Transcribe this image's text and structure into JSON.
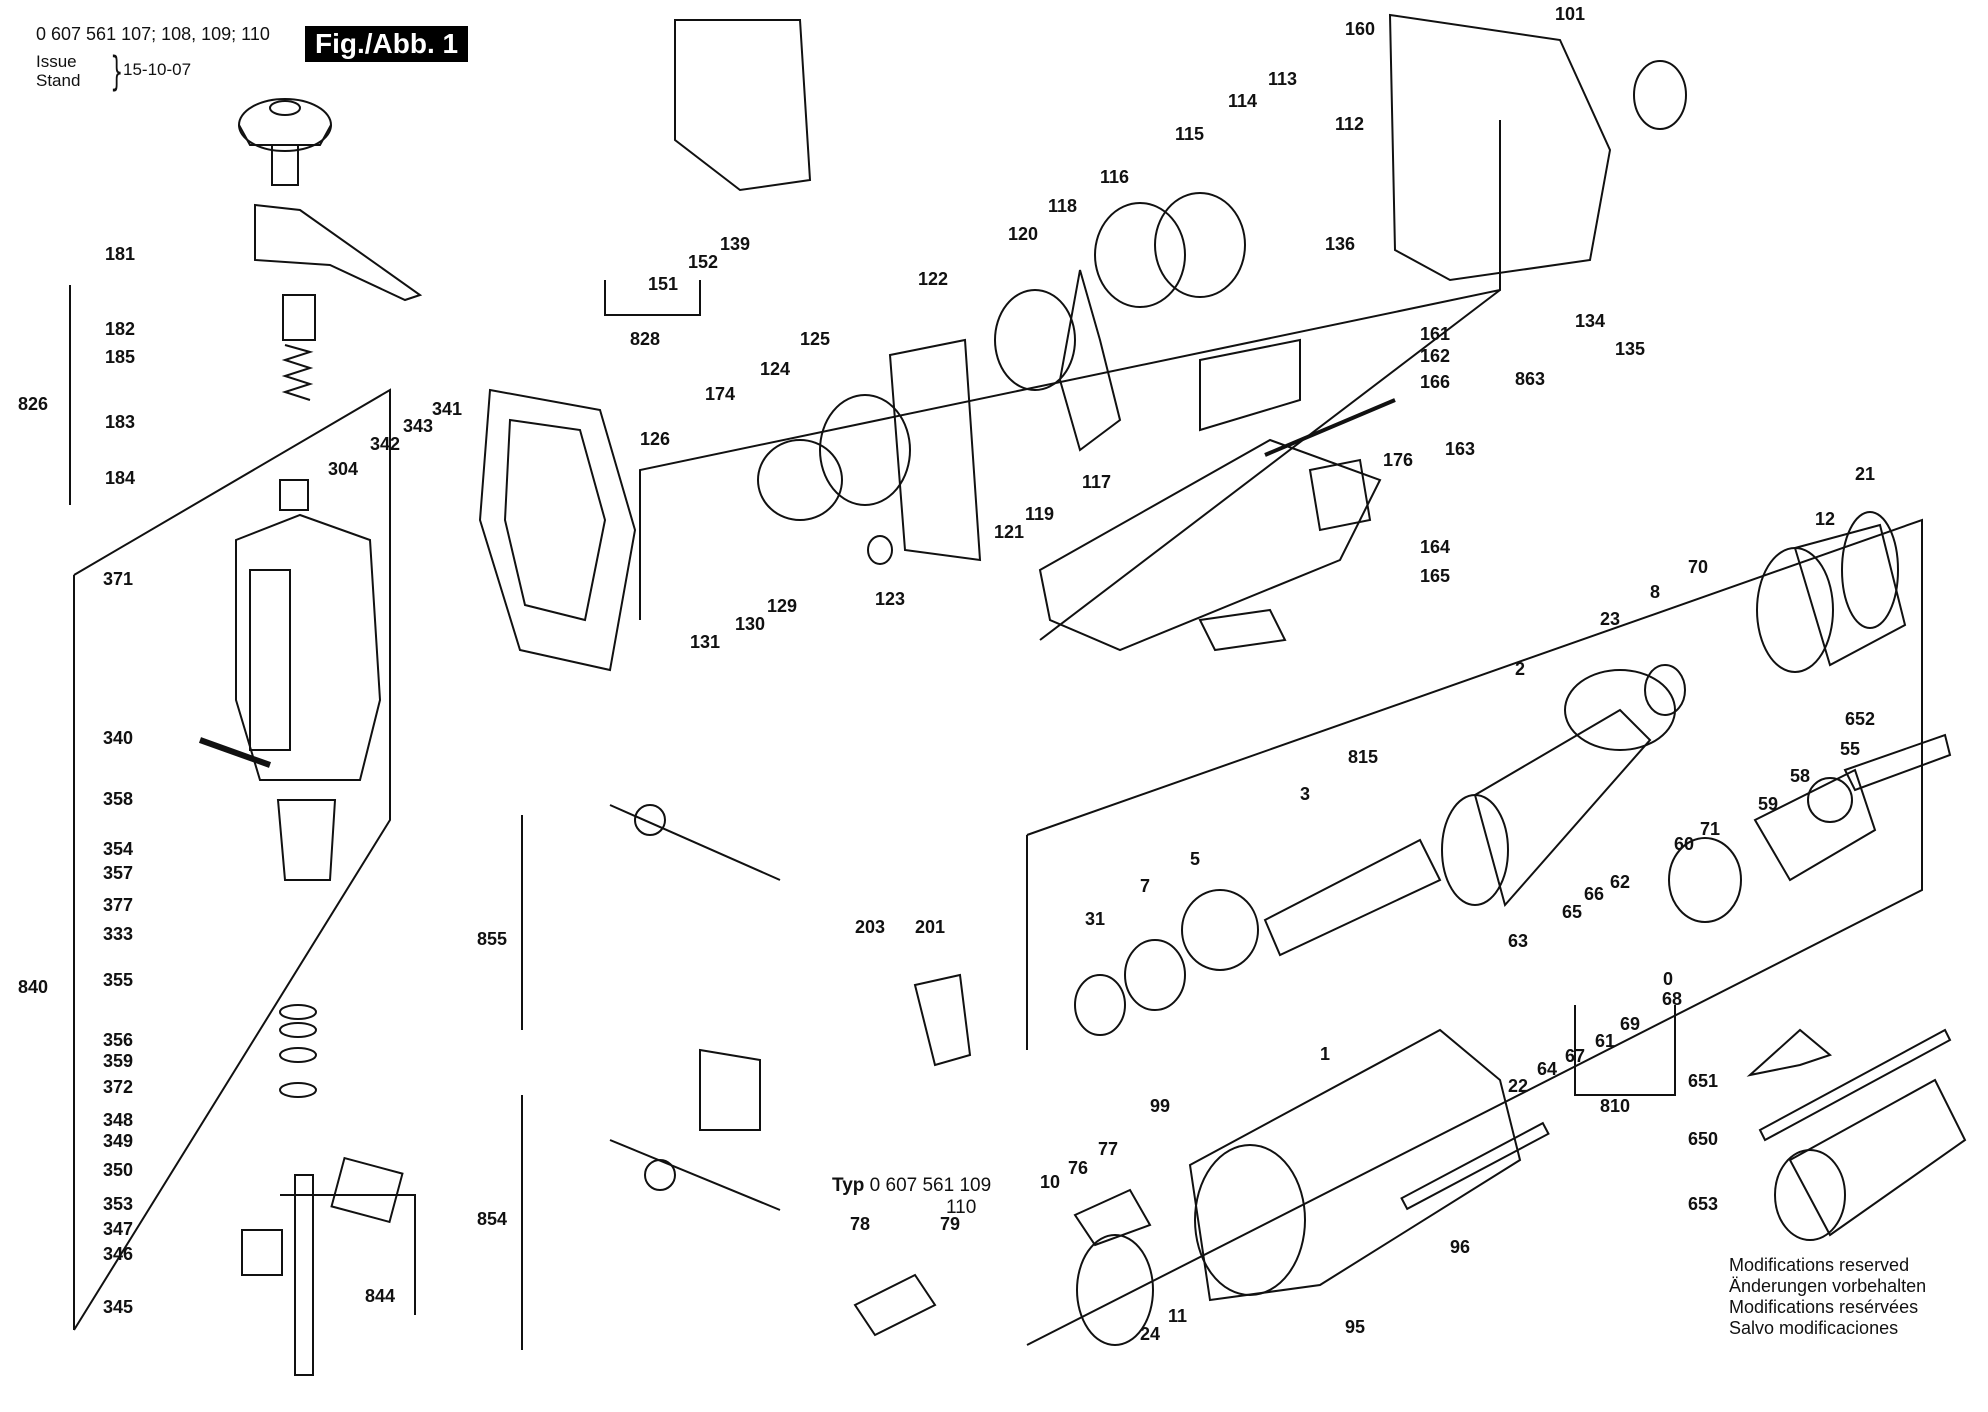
{
  "header": {
    "part_numbers": "0 607 561 107; 108, 109; 110",
    "figure_label": "Fig./Abb. 1",
    "issue_label_1": "Issue",
    "issue_label_2": "Stand",
    "issue_date": "15-10-07"
  },
  "type_note": {
    "prefix": "Typ",
    "number": "0 607 561 109",
    "number_2": "110"
  },
  "modifications": [
    "Modifications reserved",
    "Änderungen vorbehalten",
    "Modifications resérvées",
    "Salvo modificaciones"
  ],
  "colors": {
    "ink": "#111111",
    "background": "#ffffff",
    "header_bg": "#000000"
  },
  "labels": [
    "0",
    "1",
    "2",
    "3",
    "5",
    "7",
    "8",
    "10",
    "11",
    "12",
    "21",
    "22",
    "23",
    "24",
    "31",
    "55",
    "58",
    "59",
    "60",
    "61",
    "62",
    "63",
    "64",
    "65",
    "66",
    "67",
    "68",
    "69",
    "70",
    "71",
    "76",
    "77",
    "78",
    "79",
    "95",
    "96",
    "99",
    "101",
    "112",
    "113",
    "114",
    "115",
    "116",
    "117",
    "118",
    "119",
    "120",
    "121",
    "122",
    "123",
    "124",
    "125",
    "126",
    "129",
    "130",
    "131",
    "134",
    "135",
    "136",
    "139",
    "151",
    "152",
    "160",
    "161",
    "162",
    "163",
    "164",
    "165",
    "166",
    "174",
    "176",
    "181",
    "182",
    "183",
    "184",
    "185",
    "201",
    "203",
    "304",
    "333",
    "340",
    "341",
    "342",
    "343",
    "345",
    "346",
    "347",
    "348",
    "349",
    "350",
    "353",
    "354",
    "355",
    "356",
    "357",
    "358",
    "359",
    "371",
    "372",
    "377",
    "650",
    "651",
    "652",
    "653",
    "810",
    "815",
    "826",
    "828",
    "840",
    "844",
    "854",
    "855",
    "863"
  ]
}
